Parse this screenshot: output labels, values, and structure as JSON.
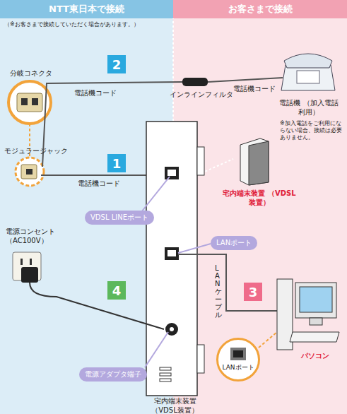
{
  "diagram": {
    "nodes": [
      {
        "text": [
          "NTT東日本で接続"
        ]
      },
      {
        "text": [
          "お客さまで接続"
        ]
      },
      {
        "text": [
          "2"
        ]
      },
      {
        "text": [
          "1"
        ]
      },
      {
        "text": [
          "VDSL LINEポート"
        ]
      },
      {
        "text": [
          "LANポート"
        ]
      },
      {
        "text": [
          "3"
        ]
      },
      {
        "text": [
          "4"
        ]
      },
      {
        "text": [
          "電源アダプタ端子"
        ]
      },
      {
        "text": [
          "LANポート"
        ]
      }
    ],
    "labels": [
      "（※お客さまで接続していただく場合があります。）",
      "分岐コネクタ",
      "モジュラージャック",
      "電話機コード",
      "インラインフィルタ",
      "電話機コード",
      "電話機 （加入電話利用）",
      "※加入電話をご利用にならない場合、接続は必要ありません。",
      "電話機コード",
      "宅内端末装置 （VDSL装置）",
      "LANケーブル",
      "パソコン",
      "電源コンセント （AC100V）",
      "宅内端末装置 （VDSL装置）"
    ]
  }
}
